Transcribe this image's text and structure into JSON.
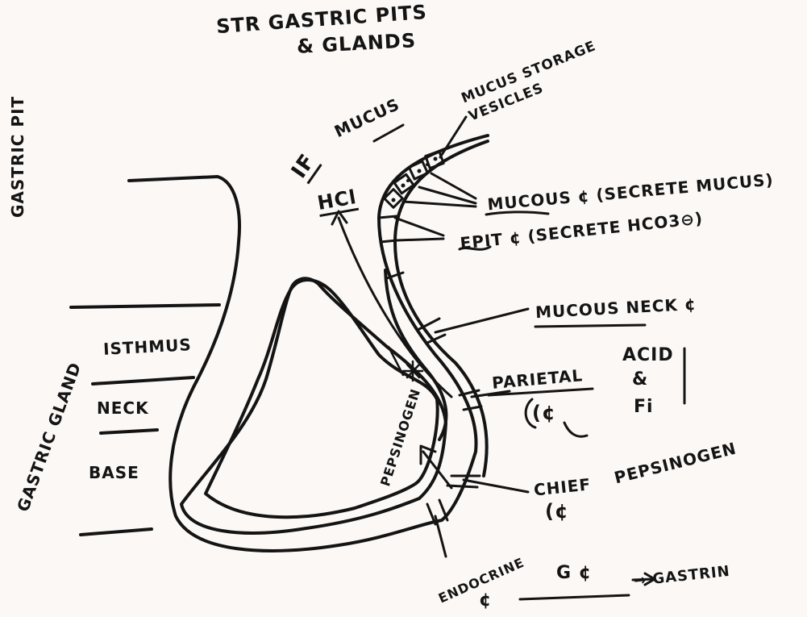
{
  "title": {
    "line1": "STR GASTRIC PITS",
    "line2": "& GLANDS"
  },
  "regions": {
    "gastric_pit": "GASTRIC PIT",
    "isthmus": "ISTHMUS",
    "neck": "NECK",
    "base": "BASE",
    "gastric_gland": "GASTRIC GLAND"
  },
  "secretions": {
    "if": "IF",
    "hcl": "HCl",
    "mucus": "MUCUS"
  },
  "cells": {
    "mucus_storage": "MUCUS STORAGE VESICLES",
    "mucous_cell": "MUCOUS ¢ (SECRETE MUCUS)",
    "epit_cell": "EPIT ¢ (SECRETE HCO3⊖)",
    "mucous_neck": "MUCOUS NECK ¢",
    "parietal": "PARIETAL",
    "parietal_cell": "(¢",
    "acid": "ACID",
    "and": "&",
    "fi": "Fi",
    "chief": "CHIEF",
    "chief_product": "PEPSINOGEN",
    "chief_cell": "(¢",
    "pepsinogen_gland": "PEPSINOGEN",
    "endocrine": "ENDOCRINE",
    "endocrine_cell": "¢",
    "g_cell": "G ¢",
    "gastrin": "→ GASTRIN"
  }
}
